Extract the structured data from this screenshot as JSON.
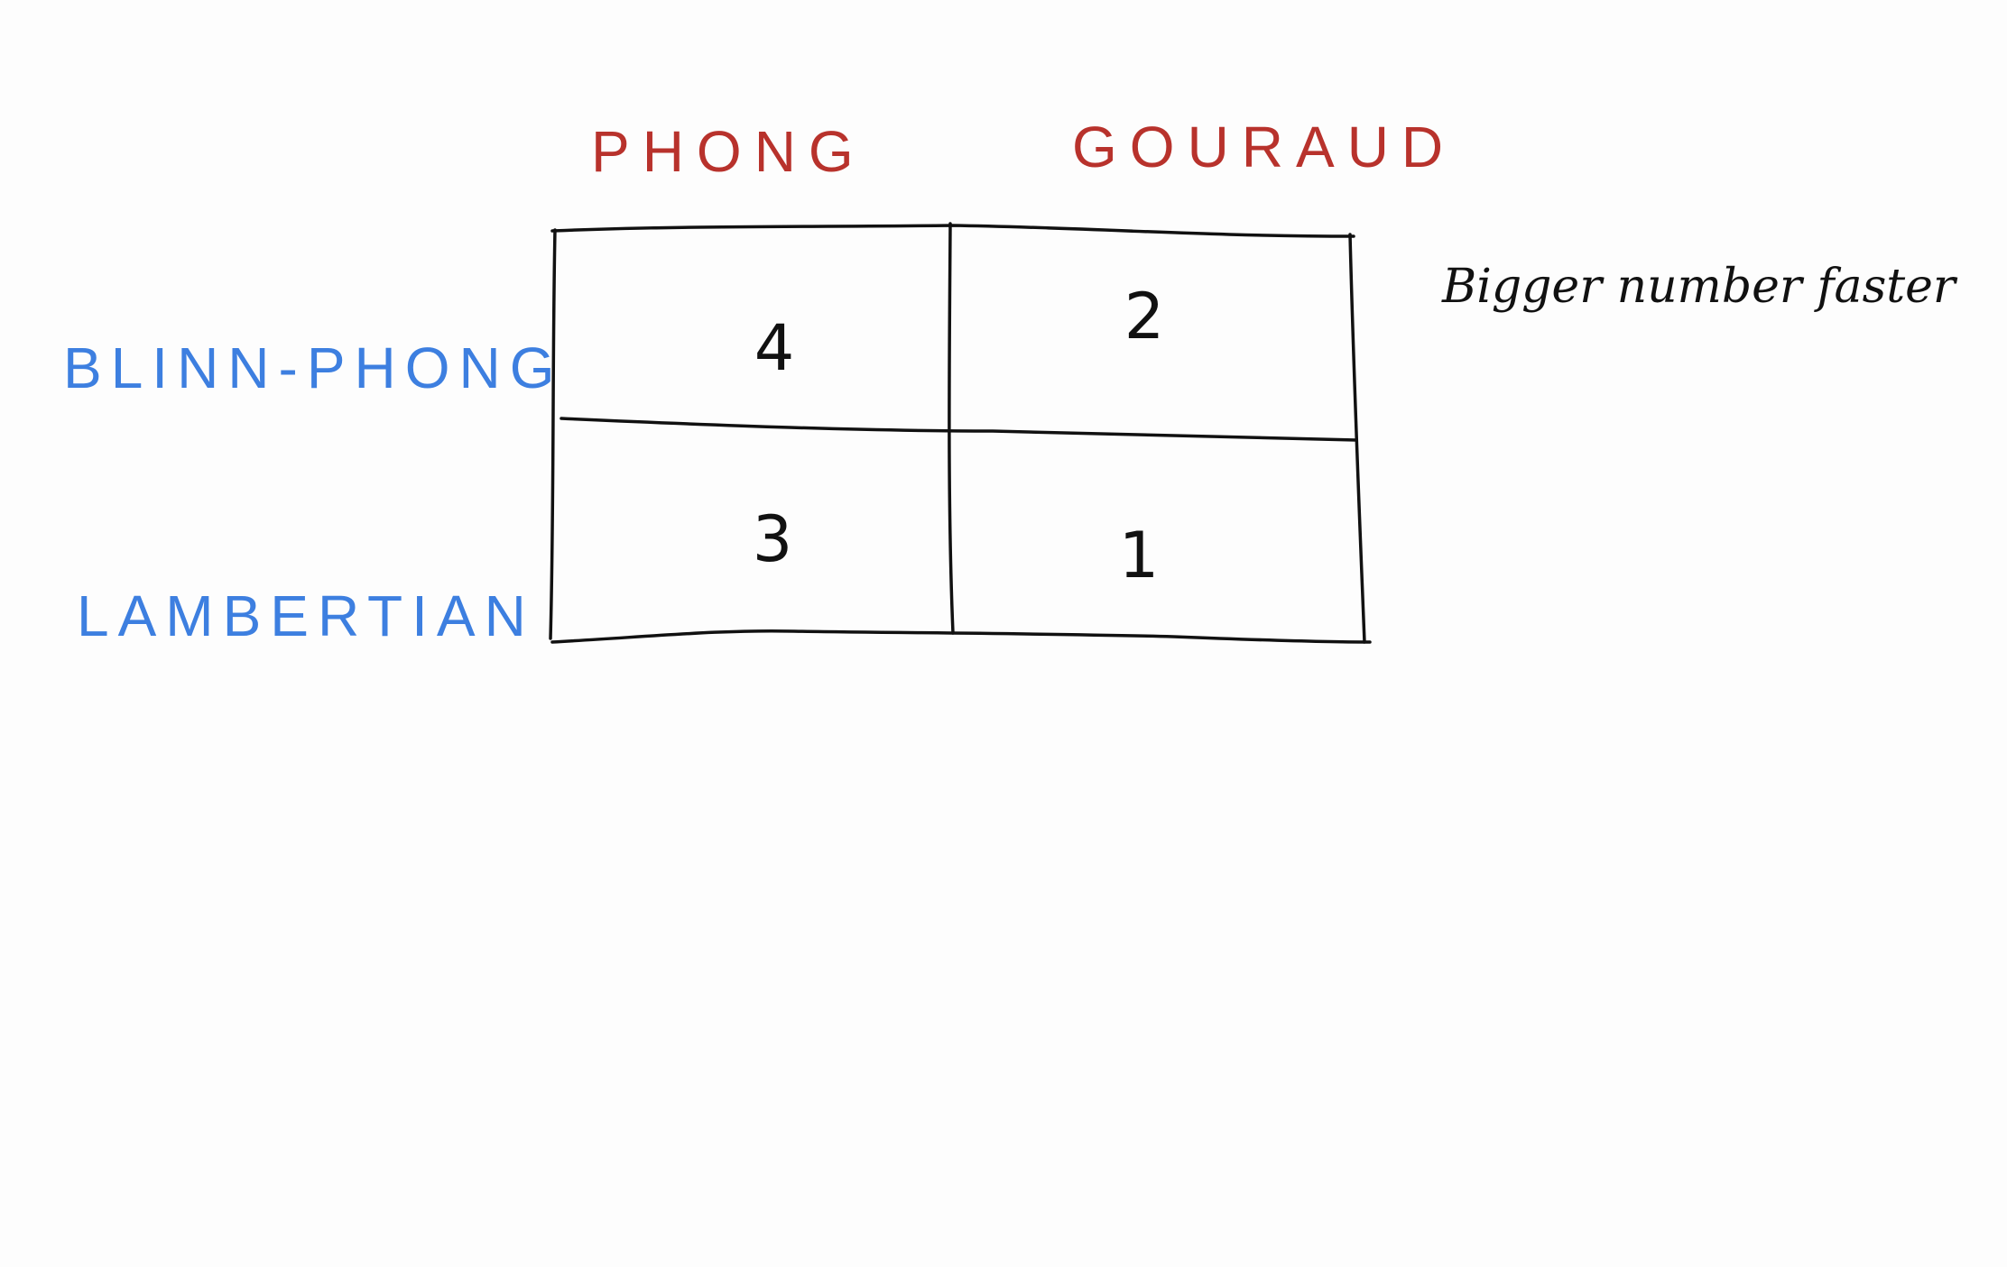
{
  "colors": {
    "background": "#fdfdfd",
    "column_header": "#b8322c",
    "row_header": "#3d7fe0",
    "ink": "#111111"
  },
  "columns": [
    {
      "label": "PHONG"
    },
    {
      "label": "GOURAUD"
    }
  ],
  "rows": [
    {
      "label": "BLINN-PHONG",
      "values": [
        "4",
        "2"
      ]
    },
    {
      "label": "LAMBERTIAN",
      "values": [
        "3",
        "1"
      ]
    }
  ],
  "note": "Bigger number faster"
}
